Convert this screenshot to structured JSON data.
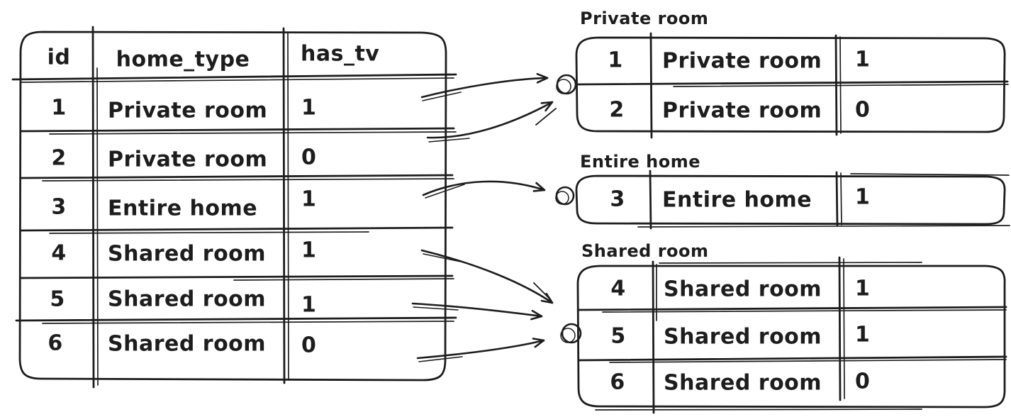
{
  "main_table": {
    "headers": {
      "id": "id",
      "home_type": "home_type",
      "has_tv": "has_tv"
    },
    "rows": [
      {
        "id": "1",
        "home_type": "Private room",
        "has_tv": "1"
      },
      {
        "id": "2",
        "home_type": "Private room",
        "has_tv": "0"
      },
      {
        "id": "3",
        "home_type": "Entire home",
        "has_tv": "1"
      },
      {
        "id": "4",
        "home_type": "Shared room",
        "has_tv": "1"
      },
      {
        "id": "5",
        "home_type": "Shared room",
        "has_tv": "1"
      },
      {
        "id": "6",
        "home_type": "Shared room",
        "has_tv": "0"
      }
    ]
  },
  "groups": [
    {
      "title": "Private room",
      "rows": [
        {
          "id": "1",
          "home_type": "Private room",
          "has_tv": "1"
        },
        {
          "id": "2",
          "home_type": "Private room",
          "has_tv": "0"
        }
      ]
    },
    {
      "title": "Entire home",
      "rows": [
        {
          "id": "3",
          "home_type": "Entire home",
          "has_tv": "1"
        }
      ]
    },
    {
      "title": "Shared room",
      "rows": [
        {
          "id": "4",
          "home_type": "Shared room",
          "has_tv": "1"
        },
        {
          "id": "5",
          "home_type": "Shared room",
          "has_tv": "1"
        },
        {
          "id": "6",
          "home_type": "Shared room",
          "has_tv": "0"
        }
      ]
    }
  ],
  "colors": {
    "ink": "#1d1d1d",
    "background": "#ffffff"
  }
}
